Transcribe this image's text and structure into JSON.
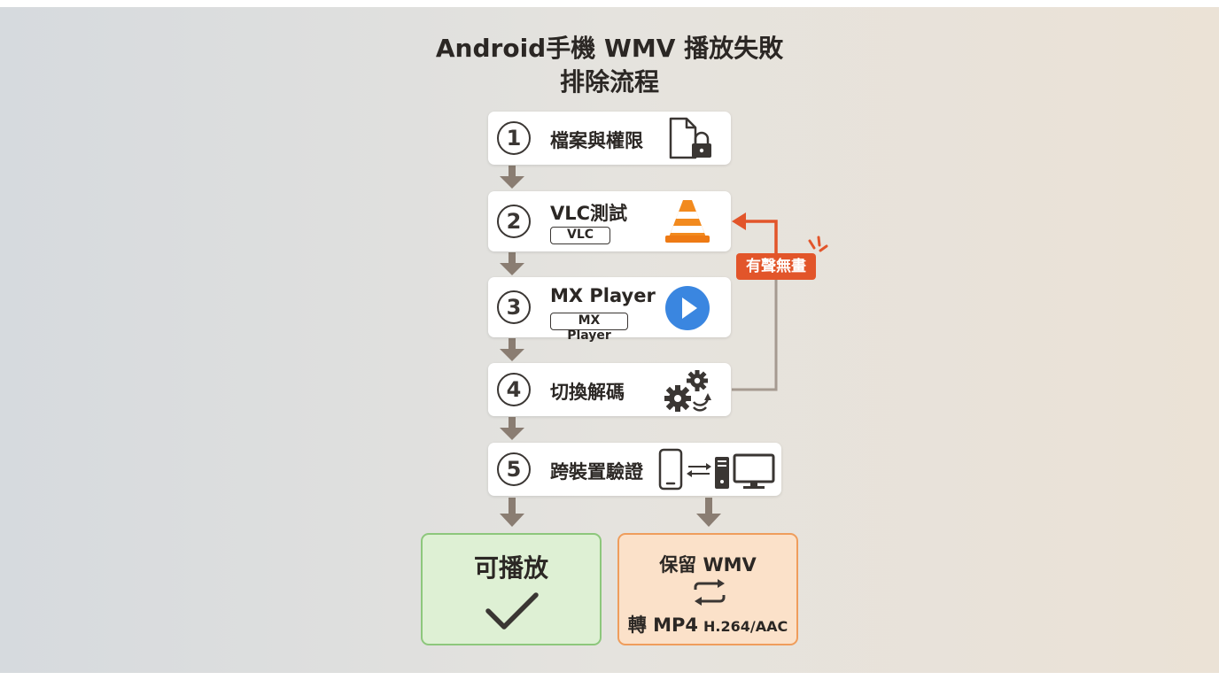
{
  "title": {
    "line1": "Android手機 WMV 播放失敗",
    "line2": "排除流程"
  },
  "steps": [
    {
      "number": "1",
      "label": "檔案與權限",
      "icon": "file-lock-icon"
    },
    {
      "number": "2",
      "label": "VLC測試",
      "tag": "VLC",
      "icon": "vlc-cone-icon"
    },
    {
      "number": "3",
      "label": "MX Player",
      "tag": "MX Player",
      "icon": "play-circle-icon"
    },
    {
      "number": "4",
      "label": "切換解碼",
      "icon": "gears-refresh-icon"
    },
    {
      "number": "5",
      "label": "跨裝置驗證",
      "icon": "phone-to-pc-icon"
    }
  ],
  "loop_badge": "有聲無畫",
  "results": {
    "playable": {
      "label": "可播放",
      "icon": "checkmark-icon"
    },
    "convert": {
      "label": "保留 WMV",
      "icon": "convert-arrows-icon",
      "target": "轉 MP4",
      "codec": "H.264/AAC"
    }
  },
  "colors": {
    "accent_orange": "#e2552a",
    "arrow_gray": "#8a7d72",
    "success_green": "#8dc77c",
    "convert_orange": "#ef9d5c",
    "play_blue": "#3a86e0"
  }
}
